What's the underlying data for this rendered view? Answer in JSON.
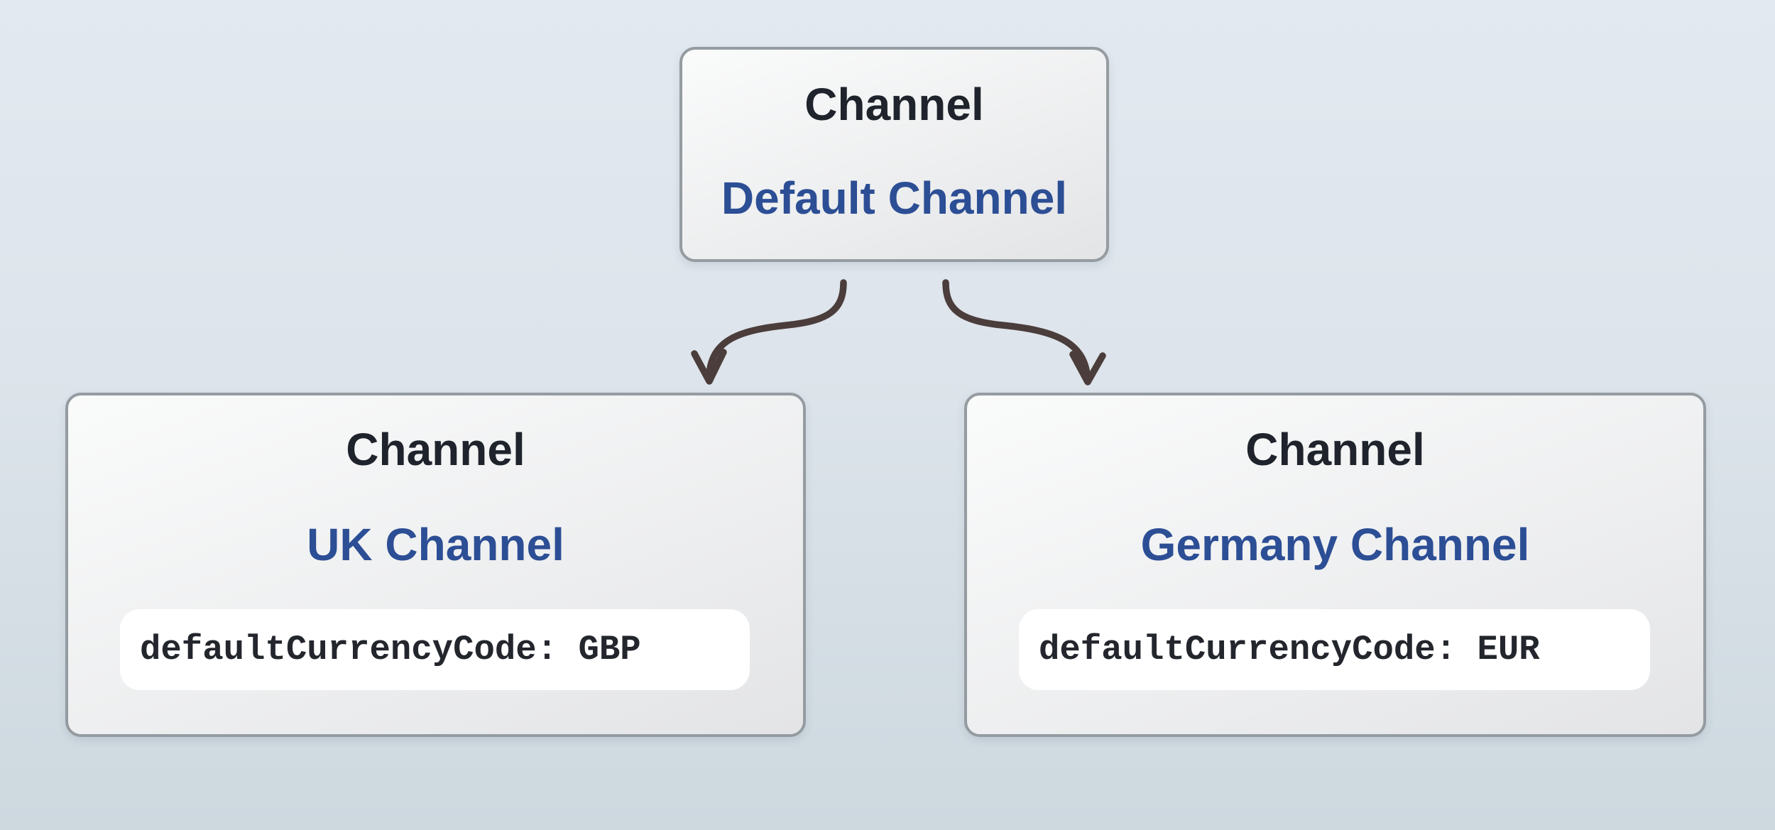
{
  "diagram": {
    "colors": {
      "bg_top": "#e3e9f0",
      "bg_bottom": "#cdd8df",
      "node_fill_top": "#fafbfb",
      "node_fill_bottom": "#e3e4e6",
      "node_border": "#959ca1",
      "title_color": "#1f232b",
      "name_color": "#2c4e95",
      "attr_bg": "#ffffff",
      "attr_color": "#23262c",
      "arrow_color": "#4b3d3b"
    },
    "nodes": [
      {
        "id": "default",
        "type_label": "Channel",
        "name": "Default Channel"
      },
      {
        "id": "uk",
        "type_label": "Channel",
        "name": "UK Channel",
        "attribute": "defaultCurrencyCode: GBP"
      },
      {
        "id": "germany",
        "type_label": "Channel",
        "name": "Germany Channel",
        "attribute": "defaultCurrencyCode: EUR"
      }
    ],
    "edges": [
      {
        "from": "Default Channel",
        "to": "UK Channel"
      },
      {
        "from": "Default Channel",
        "to": "Germany Channel"
      }
    ]
  }
}
